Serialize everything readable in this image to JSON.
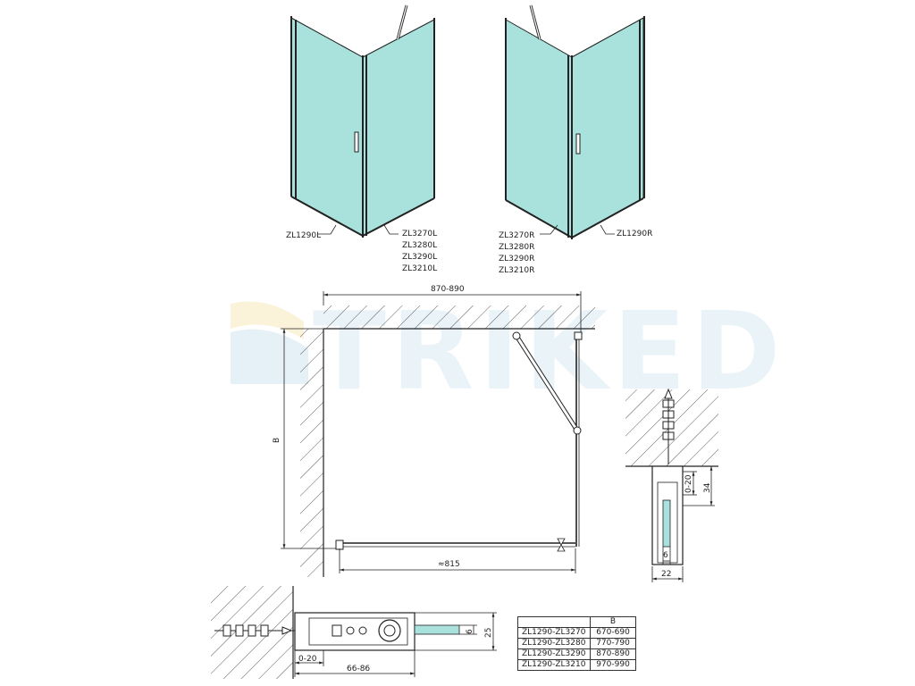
{
  "watermark": {
    "text": "TRIKED",
    "color": "#e9f3f8"
  },
  "isometric_left": {
    "label_side": "ZL1290L",
    "labels_door": [
      "ZL3270L",
      "ZL3280L",
      "ZL3290L",
      "ZL3210L"
    ]
  },
  "isometric_right": {
    "labels_door": [
      "ZL3270R",
      "ZL3280R",
      "ZL3290R",
      "ZL3210R"
    ],
    "label_side": "ZL1290R"
  },
  "plan": {
    "width_dim": "870-890",
    "height_dim": "B",
    "door_dim": "≈815"
  },
  "detail_profile": {
    "dims": [
      "0-20",
      "34",
      "6",
      "22"
    ]
  },
  "detail_bottom": {
    "dims": [
      "6",
      "25",
      "0-20",
      "66-86"
    ]
  },
  "size_table": {
    "header": [
      "",
      "B"
    ],
    "rows": [
      [
        "ZL1290-ZL3270",
        "670-690"
      ],
      [
        "ZL1290-ZL3280",
        "770-790"
      ],
      [
        "ZL1290-ZL3290",
        "870-890"
      ],
      [
        "ZL1290-ZL3210",
        "970-990"
      ]
    ]
  },
  "colors": {
    "glass": "#a9e1dc",
    "line": "#222222"
  }
}
